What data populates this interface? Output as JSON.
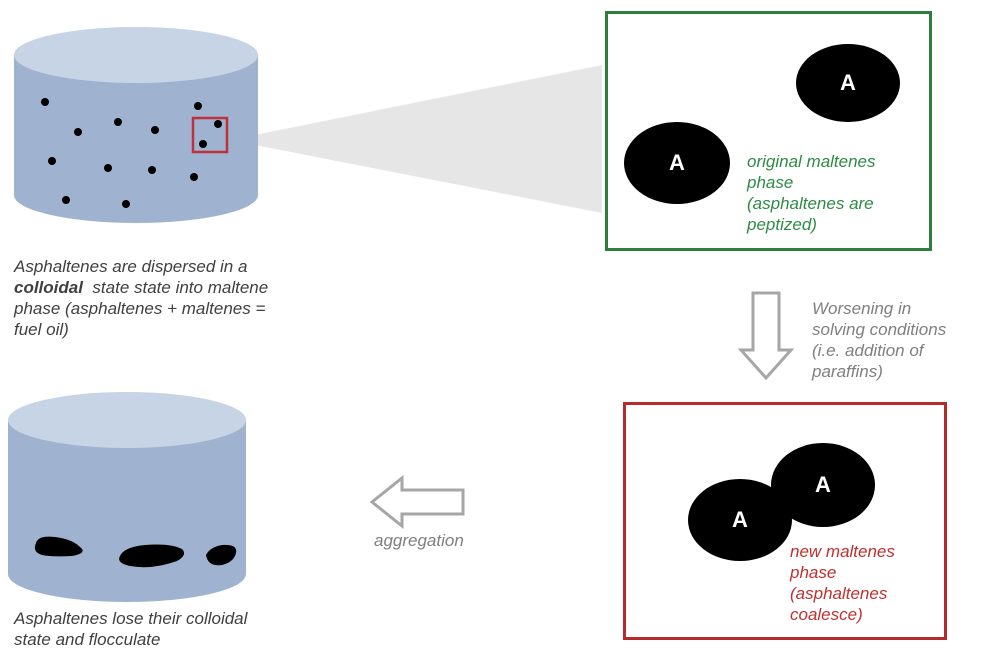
{
  "top_caption": {
    "line1": "Asphaltenes are dispersed in a",
    "bold": "colloidal",
    "line2_rest": "  state state into maltene",
    "line3": "phase (asphaltenes + maltenes =",
    "line4": "fuel oil)"
  },
  "bottom_caption": {
    "line1": "Asphaltenes lose their colloidal",
    "line2": "state and  flocculate"
  },
  "green_box": {
    "particle_label": "A",
    "text_lines": [
      "original maltenes",
      "phase",
      "(asphaltenes are",
      "peptized)"
    ],
    "color": "#2e7d3a"
  },
  "red_box": {
    "particle_label": "A",
    "text_lines": [
      "new maltenes",
      "phase",
      "(asphaltenes",
      "coalesce)"
    ],
    "color": "#b52a2a"
  },
  "worsening_text": [
    "Worsening in",
    "solving conditions",
    "(i.e. addition of",
    "paraffins)"
  ],
  "aggregation_label": "aggregation",
  "colors": {
    "cylinder_body": "#9fb3d1",
    "cylinder_top": "#c7d4e6",
    "arrow_outline": "#a6a6a6",
    "cone_fill": "#e6e6e6",
    "selection_box": "#c0303a"
  }
}
